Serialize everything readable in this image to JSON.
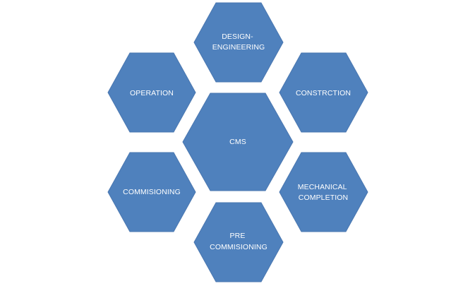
{
  "diagram": {
    "fill_color": "#4f81bd",
    "text_color": "#ffffff",
    "nodes": [
      {
        "id": "design-engineering",
        "lines": [
          "DESIGN-",
          "ENGINEERING"
        ]
      },
      {
        "id": "operation",
        "lines": [
          "OPERATION"
        ]
      },
      {
        "id": "construction",
        "lines": [
          "CONSTRCTION"
        ]
      },
      {
        "id": "cms",
        "lines": [
          "CMS"
        ]
      },
      {
        "id": "commissioning",
        "lines": [
          "COMMISIONING"
        ]
      },
      {
        "id": "mechanical-completion",
        "lines": [
          "MECHANICAL",
          "COMPLETION"
        ]
      },
      {
        "id": "pre-commissioning",
        "lines": [
          "PRE",
          "COMMISIONING"
        ]
      }
    ]
  }
}
